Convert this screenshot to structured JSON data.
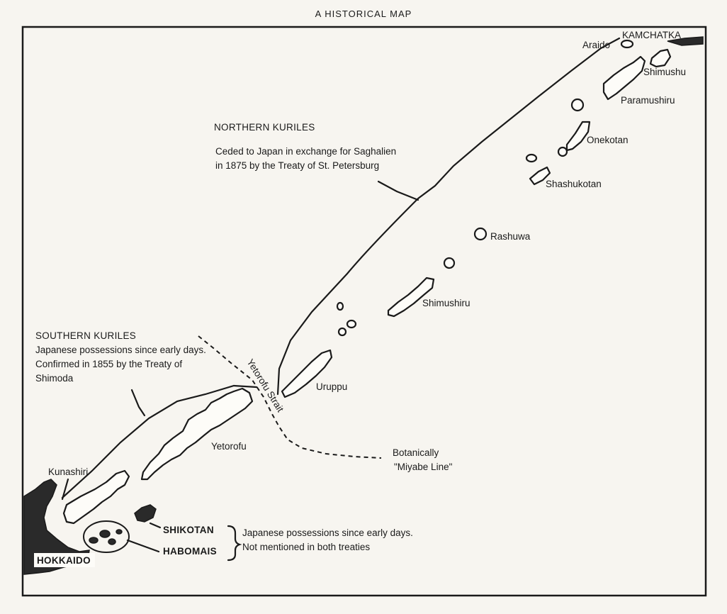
{
  "title": "A HISTORICAL MAP",
  "regions": {
    "northern": {
      "heading": "NORTHERN KURILES",
      "note_line1": "Ceded to Japan in exchange for Saghalien",
      "note_line2": "in 1875 by the Treaty of St. Petersburg"
    },
    "southern": {
      "heading": "SOUTHERN KURILES",
      "note_line1": "Japanese possessions since early days.",
      "note_line2": "Confirmed in 1855 by the Treaty of",
      "note_line3": "Shimoda"
    },
    "shikotan_habomais": {
      "note_line1": "Japanese possessions since early days.",
      "note_line2": "Not mentioned in both treaties"
    }
  },
  "places": {
    "kamchatka": "KAMCHATKA",
    "araido": "Araido",
    "shimushu": "Shimushu",
    "paramushiru": "Paramushiru",
    "onekotan": "Onekotan",
    "shashukotan": "Shashukotan",
    "rashuwa": "Rashuwa",
    "shimushiru": "Shimushiru",
    "uruppu": "Uruppu",
    "yetorofu": "Yetorofu",
    "kunashiri": "Kunashiri",
    "shikotan": "SHIKOTAN",
    "habomais": "HABOMAIS",
    "hokkaido": "HOKKAIDO"
  },
  "strait": "Yetorofu Strait",
  "miyabe": {
    "line1": "Botanically",
    "line2": "\"Miyabe Line\""
  }
}
